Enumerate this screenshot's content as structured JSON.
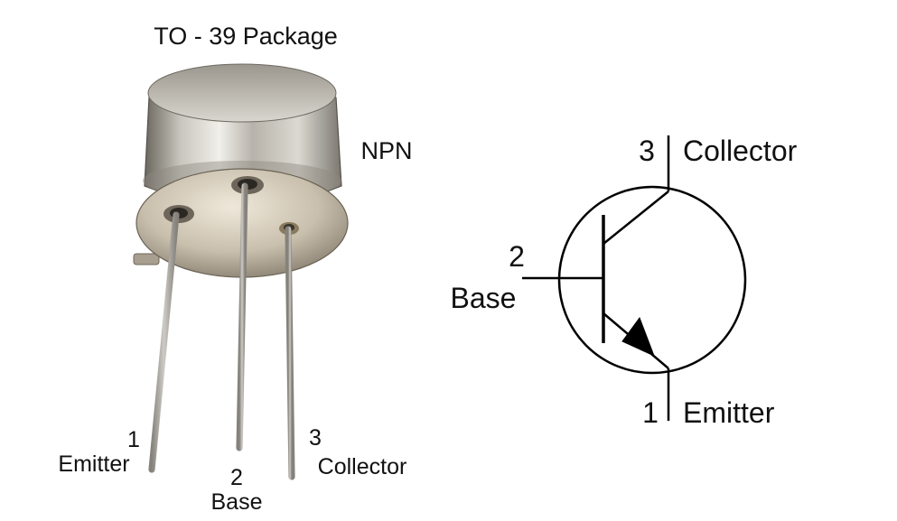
{
  "title": "TO - 39 Package",
  "type_label": "NPN",
  "package_pins": {
    "emitter": {
      "number": "1",
      "name": "Emitter"
    },
    "base": {
      "number": "2",
      "name": "Base"
    },
    "collector": {
      "number": "3",
      "name": "Collector"
    }
  },
  "symbol_pins": {
    "collector": {
      "number": "3",
      "name": "Collector"
    },
    "base": {
      "number": "2",
      "name": "Base"
    },
    "emitter": {
      "number": "1",
      "name": "Emitter"
    }
  },
  "colors": {
    "text": "#111111",
    "metal_light": "#e4e2dc",
    "metal_mid": "#a9a59a",
    "metal_dark": "#5e5a52",
    "lead": "#c9c6bf",
    "symbol": "#000000"
  }
}
